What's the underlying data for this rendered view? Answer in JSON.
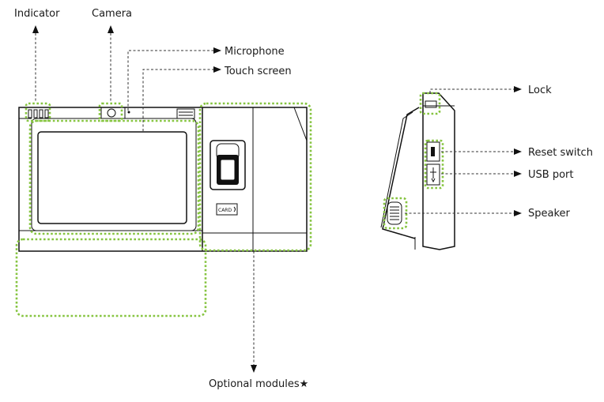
{
  "labels": {
    "indicator": "Indicator",
    "camera": "Camera",
    "microphone": "Microphone",
    "touch_screen": "Touch screen",
    "lock": "Lock",
    "reset_switch": "Reset switch",
    "usb_port": "USB port",
    "speaker": "Speaker",
    "optional_modules": "Optional modules★"
  },
  "device_text": {
    "card_badge": "CARD"
  },
  "colors": {
    "highlight": "#86c440",
    "outline": "#111111"
  }
}
